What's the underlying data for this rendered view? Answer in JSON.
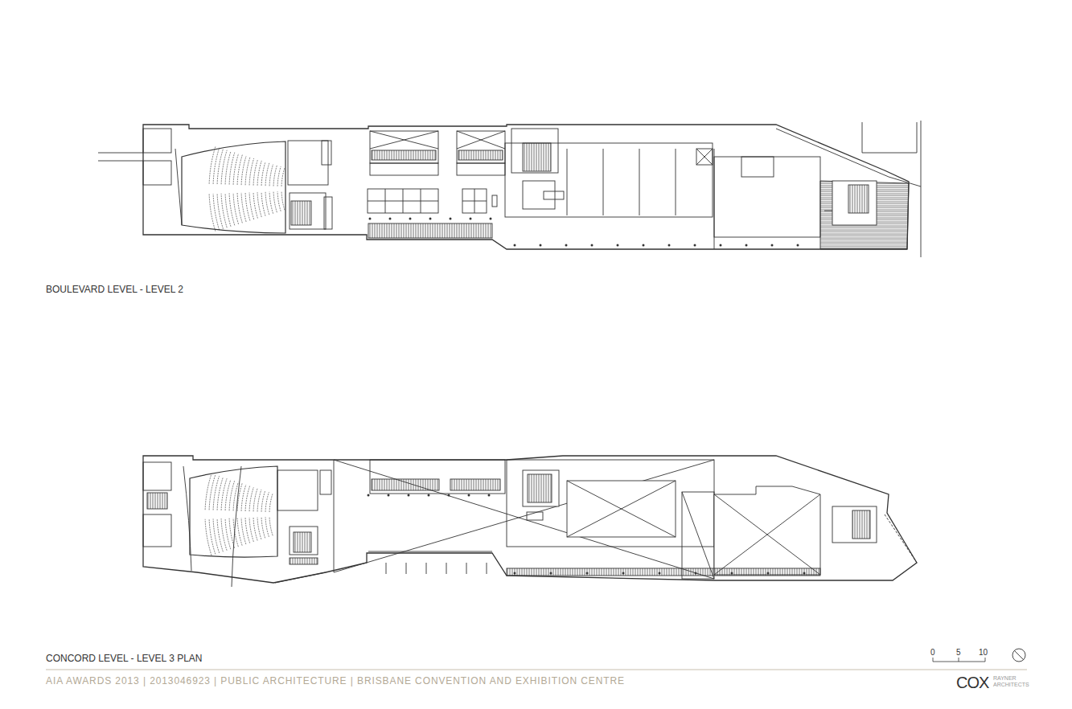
{
  "diagram": {
    "labels": [
      "BOULEVARD LEVEL - LEVEL 2",
      "CONCORD LEVEL - LEVEL 3 PLAN",
      "AIA AWARDS 2013 | 2013046923 | PUBLIC ARCHITECTURE | BRISBANE CONVENTION AND EXHIBITION CENTRE",
      "0",
      "5",
      "10",
      "COX",
      "RAYNER ARCHITECTS"
    ]
  }
}
